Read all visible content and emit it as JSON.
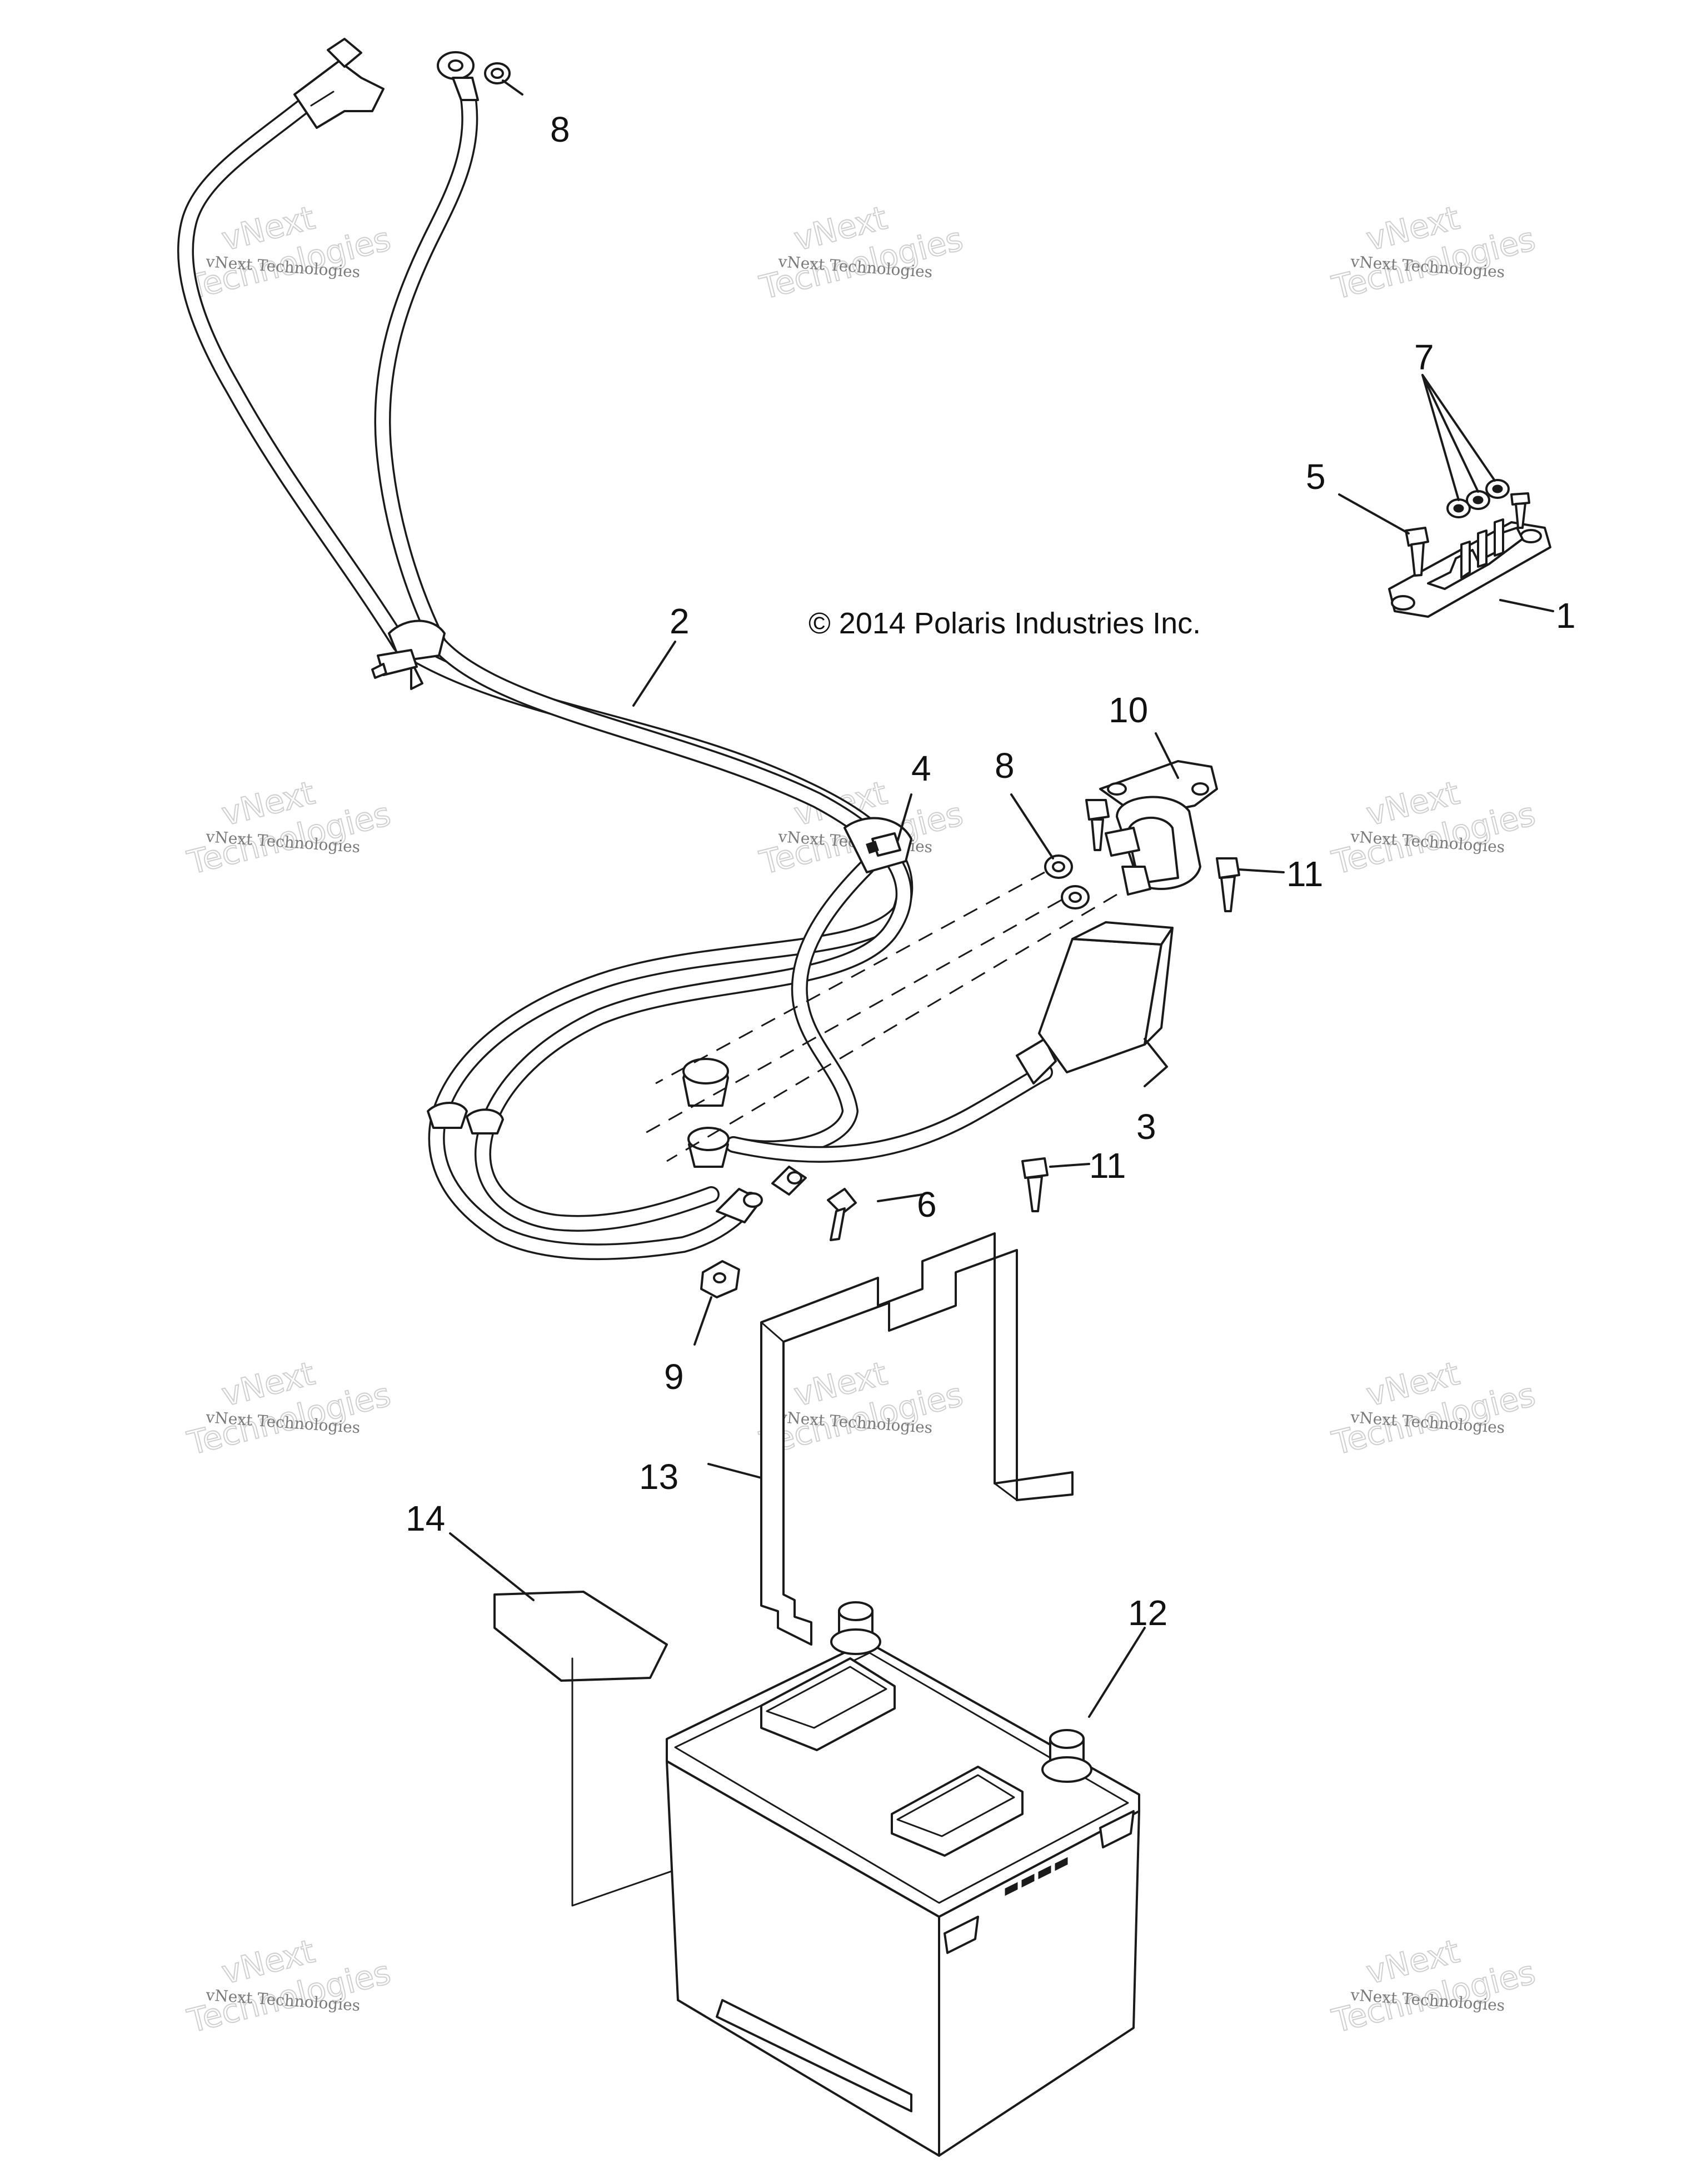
{
  "copyright": "© 2014 Polaris Industries Inc.",
  "watermark": {
    "line_small": "vNext Technologies",
    "line_large_1": "vNext",
    "line_large_2": "Technologies"
  },
  "callouts": {
    "c1": "1",
    "c2": "2",
    "c3": "3",
    "c4": "4",
    "c5": "5",
    "c6": "6",
    "c7": "7",
    "c8_top": "8",
    "c8_mid": "8",
    "c9": "9",
    "c10": "10",
    "c11_right": "11",
    "c11_mid": "11",
    "c12": "12",
    "c13": "13",
    "c14": "14"
  }
}
